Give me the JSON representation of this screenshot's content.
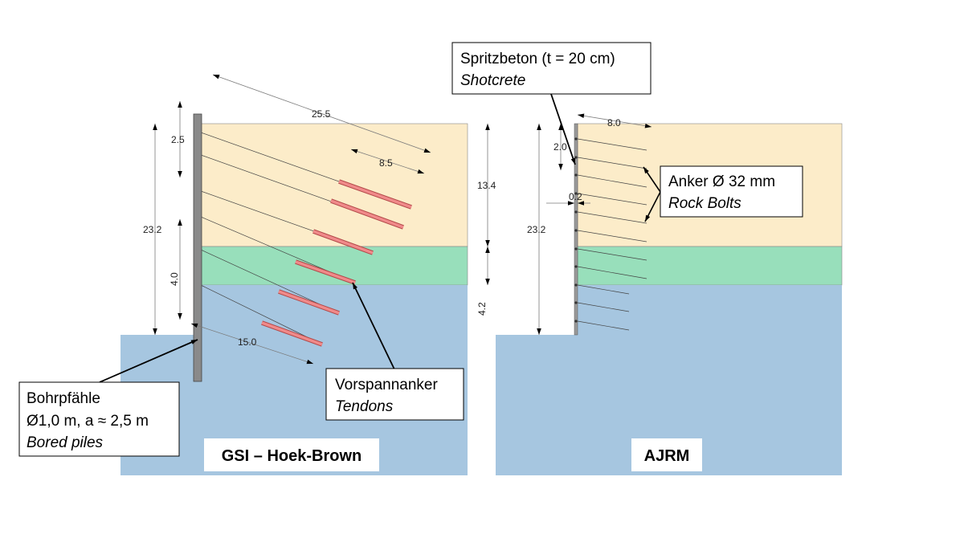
{
  "colors": {
    "upper_layer": "#fcecc9",
    "middle_layer": "#98dfbb",
    "rock": "#a6c6e0",
    "wall": "#8a8a8a",
    "tendon_fill": "#f08a8a",
    "tendon_edge": "#b34a4a"
  },
  "left_panel": {
    "label": "GSI – Hoek-Brown",
    "dims": {
      "anchor_length_top": "25.5",
      "free_length": "8.5",
      "anchor_length_bottom": "15.0",
      "spacing_top": "2.5",
      "height_total": "23.2",
      "spacing_lower": "4.0",
      "upper_layer_thickness": "13.4",
      "middle_layer_thickness": "4.2"
    }
  },
  "right_panel": {
    "label": "AJRM",
    "dims": {
      "bolt_length": "8.0",
      "bolt_spacing": "2.0",
      "shotcrete_thickness": "0.2",
      "height_total": "23.2"
    }
  },
  "callouts": {
    "shotcrete": {
      "line1": "Spritzbeton (t = 20 cm)",
      "line2": "Shotcrete"
    },
    "rock_bolts": {
      "line1": "Anker Ø 32 mm",
      "line2": "Rock Bolts"
    },
    "tendons": {
      "line1": "Vorspannanker",
      "line2": "Tendons"
    },
    "bored_piles": {
      "line1": "Bohrpfähle",
      "line2": "Ø1,0 m, a ≈ 2,5 m",
      "line3": "Bored piles"
    }
  }
}
